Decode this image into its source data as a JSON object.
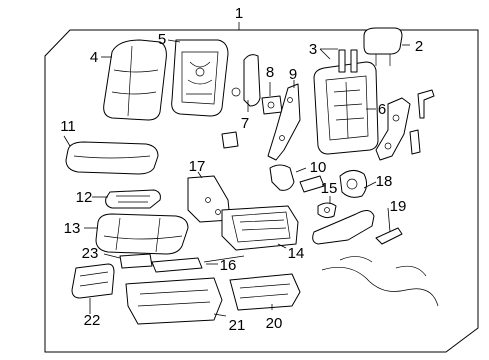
{
  "diagram": {
    "title_number": "1",
    "callouts": [
      {
        "id": "2",
        "text": "2"
      },
      {
        "id": "3",
        "text": "3"
      },
      {
        "id": "4",
        "text": "4"
      },
      {
        "id": "5",
        "text": "5"
      },
      {
        "id": "6",
        "text": "6"
      },
      {
        "id": "7",
        "text": "7"
      },
      {
        "id": "8",
        "text": "8"
      },
      {
        "id": "9",
        "text": "9"
      },
      {
        "id": "10",
        "text": "10"
      },
      {
        "id": "11",
        "text": "11"
      },
      {
        "id": "12",
        "text": "12"
      },
      {
        "id": "13",
        "text": "13"
      },
      {
        "id": "14",
        "text": "14"
      },
      {
        "id": "15",
        "text": "15"
      },
      {
        "id": "16",
        "text": "16"
      },
      {
        "id": "17",
        "text": "17"
      },
      {
        "id": "18",
        "text": "18"
      },
      {
        "id": "19",
        "text": "19"
      },
      {
        "id": "20",
        "text": "20"
      },
      {
        "id": "21",
        "text": "21"
      },
      {
        "id": "22",
        "text": "22"
      },
      {
        "id": "23",
        "text": "23"
      }
    ]
  }
}
